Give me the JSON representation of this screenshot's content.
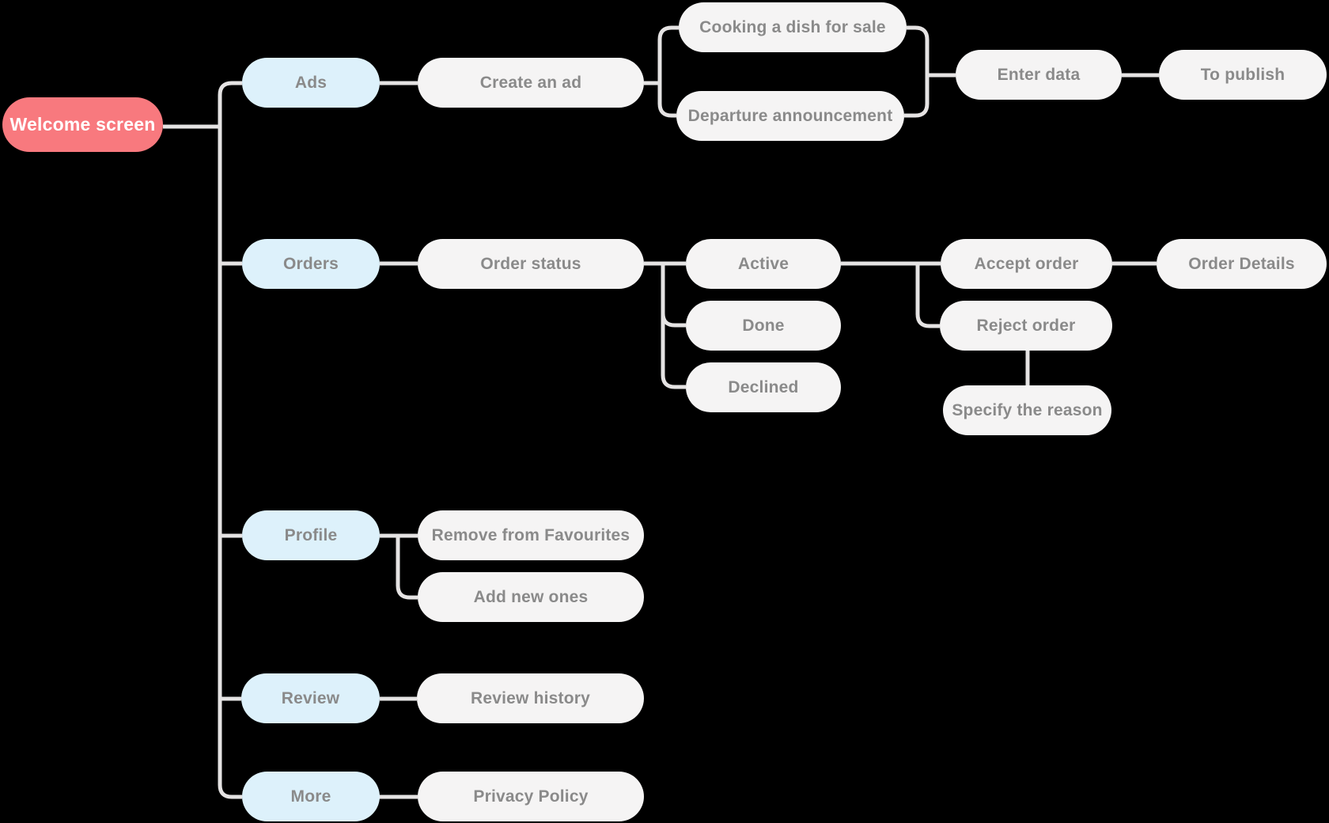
{
  "diagram_type": "app-flow-mindmap",
  "colors": {
    "background": "#000000",
    "root_node": "#F8797E",
    "root_label": "#FFFFFF",
    "branch_node": "#DDF1FB",
    "leaf_node": "#F5F4F4",
    "label_text": "#8A8A8A",
    "connector": "#E5E3E3"
  },
  "nodes": {
    "welcome_screen": {
      "label": "Welcome screen",
      "role": "root"
    },
    "ads": {
      "label": "Ads",
      "role": "branch"
    },
    "create_an_ad": {
      "label": "Create an ad",
      "role": "leaf"
    },
    "cooking_a_dish_for_sale": {
      "label": "Cooking a dish for sale",
      "role": "leaf"
    },
    "departure_announcement": {
      "label": "Departure announcement",
      "role": "leaf"
    },
    "enter_data": {
      "label": "Enter data",
      "role": "leaf"
    },
    "to_publish": {
      "label": "To publish",
      "role": "leaf"
    },
    "orders": {
      "label": "Orders",
      "role": "branch"
    },
    "order_status": {
      "label": "Order status",
      "role": "leaf"
    },
    "active": {
      "label": "Active",
      "role": "leaf"
    },
    "done": {
      "label": "Done",
      "role": "leaf"
    },
    "declined": {
      "label": "Declined",
      "role": "leaf"
    },
    "accept_order": {
      "label": "Accept order",
      "role": "leaf"
    },
    "order_details": {
      "label": "Order Details",
      "role": "leaf"
    },
    "reject_order": {
      "label": "Reject order",
      "role": "leaf"
    },
    "specify_the_reason": {
      "label": "Specify the reason",
      "role": "leaf"
    },
    "profile": {
      "label": "Profile",
      "role": "branch"
    },
    "remove_from_favourites": {
      "label": "Remove from Favourites",
      "role": "leaf"
    },
    "add_new_ones": {
      "label": "Add new ones",
      "role": "leaf"
    },
    "review": {
      "label": "Review",
      "role": "branch"
    },
    "review_history": {
      "label": "Review history",
      "role": "leaf"
    },
    "more": {
      "label": "More",
      "role": "branch"
    },
    "privacy_policy": {
      "label": "Privacy Policy",
      "role": "leaf"
    }
  },
  "edges": [
    [
      "welcome_screen",
      "ads"
    ],
    [
      "welcome_screen",
      "orders"
    ],
    [
      "welcome_screen",
      "profile"
    ],
    [
      "welcome_screen",
      "review"
    ],
    [
      "welcome_screen",
      "more"
    ],
    [
      "ads",
      "create_an_ad"
    ],
    [
      "create_an_ad",
      "cooking_a_dish_for_sale"
    ],
    [
      "create_an_ad",
      "departure_announcement"
    ],
    [
      "cooking_a_dish_for_sale",
      "enter_data"
    ],
    [
      "departure_announcement",
      "enter_data"
    ],
    [
      "enter_data",
      "to_publish"
    ],
    [
      "orders",
      "order_status"
    ],
    [
      "order_status",
      "active"
    ],
    [
      "order_status",
      "done"
    ],
    [
      "order_status",
      "declined"
    ],
    [
      "active",
      "accept_order"
    ],
    [
      "active",
      "reject_order"
    ],
    [
      "accept_order",
      "order_details"
    ],
    [
      "reject_order",
      "specify_the_reason"
    ],
    [
      "profile",
      "remove_from_favourites"
    ],
    [
      "profile",
      "add_new_ones"
    ],
    [
      "review",
      "review_history"
    ],
    [
      "more",
      "privacy_policy"
    ]
  ]
}
